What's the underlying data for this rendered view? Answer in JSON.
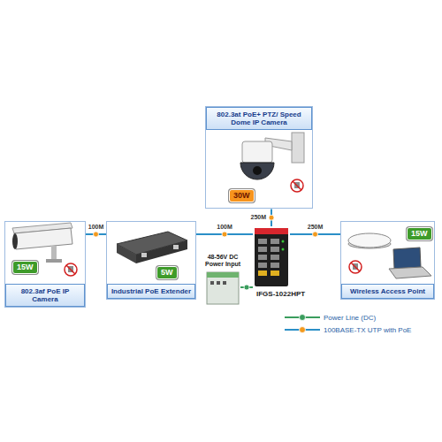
{
  "diagram": {
    "nodes": [
      {
        "text": [
          "802.3at PoE+ PTZ/ Speed Dome IP Camera"
        ]
      },
      {
        "text": [
          "30W"
        ],
        "in": 0
      },
      {
        "text": [
          "802.3af PoE IP Camera"
        ]
      },
      {
        "text": [
          "15W"
        ],
        "in": 2
      },
      {
        "text": [
          "Industrial PoE Extender"
        ]
      },
      {
        "text": [
          "5W"
        ],
        "in": 4
      },
      {
        "text": [
          "IFGS-1022HPT"
        ]
      },
      {
        "text": [
          "48-56V DC Power Input"
        ]
      },
      {
        "text": [
          "Wireless Access Point"
        ]
      },
      {
        "text": [
          "15W"
        ],
        "in": 8
      }
    ],
    "edges": [
      {
        "from": 2,
        "to": 4,
        "arrow": "none",
        "label": "100M"
      },
      {
        "from": 4,
        "to": 6,
        "arrow": "none",
        "label": "100M"
      },
      {
        "from": 6,
        "to": 0,
        "arrow": "none",
        "label": "250M"
      },
      {
        "from": 6,
        "to": 8,
        "arrow": "none",
        "label": "250M"
      },
      {
        "from": 7,
        "to": 6,
        "arrow": "none"
      }
    ],
    "legend": [
      {
        "text": "Power Line (DC)"
      },
      {
        "text": "100BASE-TX UTP with PoE"
      }
    ]
  }
}
